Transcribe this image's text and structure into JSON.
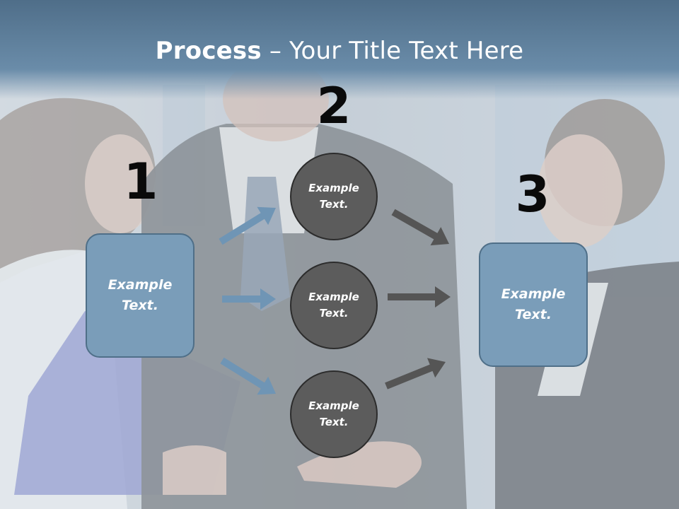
{
  "title": {
    "bold": "Process",
    "separator": " – ",
    "rest": "Your Title Text Here"
  },
  "steps": [
    {
      "number": "1",
      "label": "Example\nText."
    },
    {
      "number": "2",
      "label": ""
    },
    {
      "number": "3",
      "label": "Example\nText."
    }
  ],
  "middle_nodes": [
    {
      "label": "Example\nText."
    },
    {
      "label": "Example\nText."
    },
    {
      "label": "Example\nText."
    }
  ],
  "colors": {
    "box_fill": "#7a9db9",
    "box_border": "#4f6f88",
    "circle_fill": "#5c5c5c",
    "arrow_blue": "#6f95b5",
    "arrow_gray": "#555555",
    "header": "#5b7b97"
  }
}
